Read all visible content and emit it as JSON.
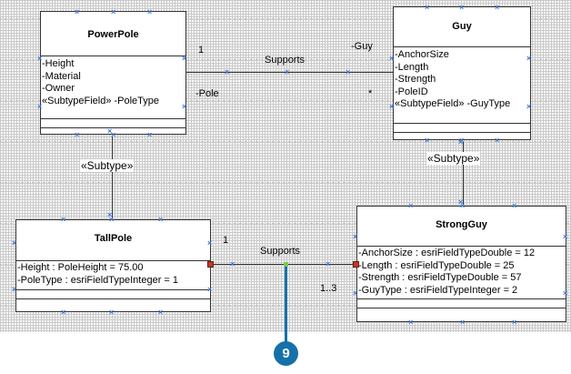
{
  "classes": {
    "power_pole": {
      "name": "PowerPole",
      "attributes": [
        "-Height",
        "-Material",
        "-Owner",
        "«SubtypeField» -PoleType"
      ]
    },
    "guy": {
      "name": "Guy",
      "attributes": [
        "-AnchorSize",
        "-Length",
        "-Strength",
        "-PoleID",
        "«SubtypeField» -GuyType"
      ]
    },
    "tall_pole": {
      "name": "TallPole",
      "attributes": [
        "-Height : PoleHeight = 75.00",
        "-PoleType : esriFieldTypeInteger = 1"
      ]
    },
    "strong_guy": {
      "name": "StrongGuy",
      "attributes": [
        "-AnchorSize : esriFieldTypeDouble = 12",
        "-Length : esriFieldTypeDouble = 25",
        "-Strength : esriFieldTypeDouble = 57",
        "-GuyType : esriFieldTypeInteger = 2"
      ]
    }
  },
  "associations": {
    "top": {
      "label": "Supports",
      "left_multiplicity": "1",
      "right_role": "-Guy",
      "left_role": "-Pole",
      "right_multiplicity": "*"
    },
    "bottom": {
      "label": "Supports",
      "left_multiplicity": "1",
      "right_multiplicity": "1..3"
    }
  },
  "stereotypes": {
    "left": "«Subtype»",
    "right": "«Subtype»"
  },
  "callout": {
    "number": "9"
  },
  "colors": {
    "callout": "#1571a8",
    "selection_handle": "#3a7bd5",
    "endpoint_handle": "#c0392b",
    "midpoint_handle": "#7ec850"
  }
}
